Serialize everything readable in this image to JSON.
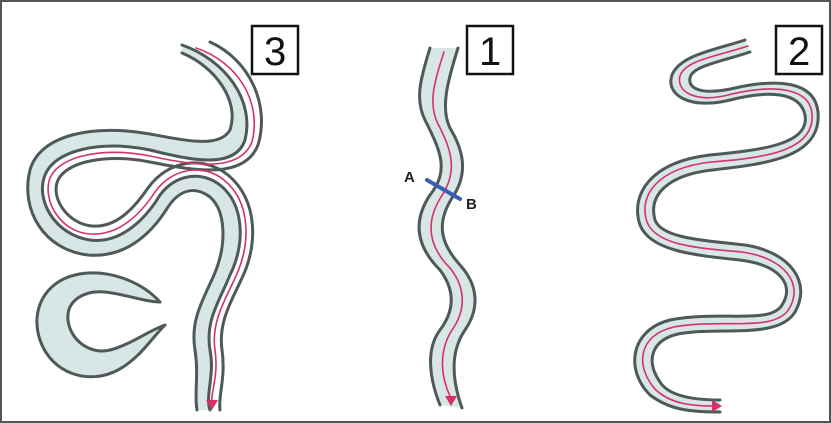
{
  "diagram": {
    "labels": {
      "channel_3": "3",
      "channel_1": "1",
      "channel_2": "2",
      "point_a": "A",
      "point_b": "B"
    },
    "colors": {
      "channel_fill": "#d8e6e6",
      "bank_line": "#4d5a58",
      "flow_line": "#d6306a",
      "cross_section": "#3a5fb0"
    }
  }
}
